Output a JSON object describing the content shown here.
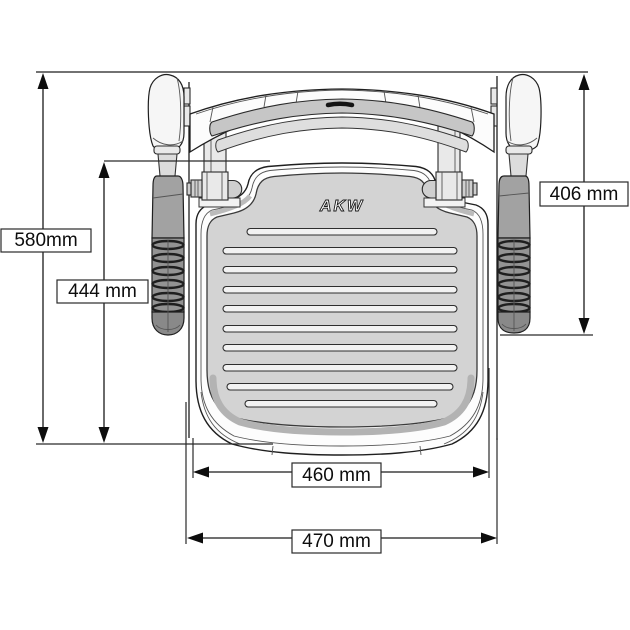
{
  "product": {
    "brand_logo": "AKW"
  },
  "dimensions": {
    "overall_height": {
      "label": "580mm",
      "value": 580,
      "unit": "mm"
    },
    "seat_surface_height": {
      "label": "444 mm",
      "value": 444,
      "unit": "mm"
    },
    "leg_height": {
      "label": "406 mm",
      "value": 406,
      "unit": "mm"
    },
    "seat_width": {
      "label": "460 mm",
      "value": 460,
      "unit": "mm"
    },
    "overall_width": {
      "label": "470 mm",
      "value": 470,
      "unit": "mm"
    }
  },
  "colors": {
    "background": "#ffffff",
    "line": "#1a1a1a",
    "seat_surface_gray": "#d3d3d3",
    "leg_gray": "#9a9a9a",
    "rail_gray": "#c6c6c6",
    "trim_gray": "#b3b3b3"
  }
}
